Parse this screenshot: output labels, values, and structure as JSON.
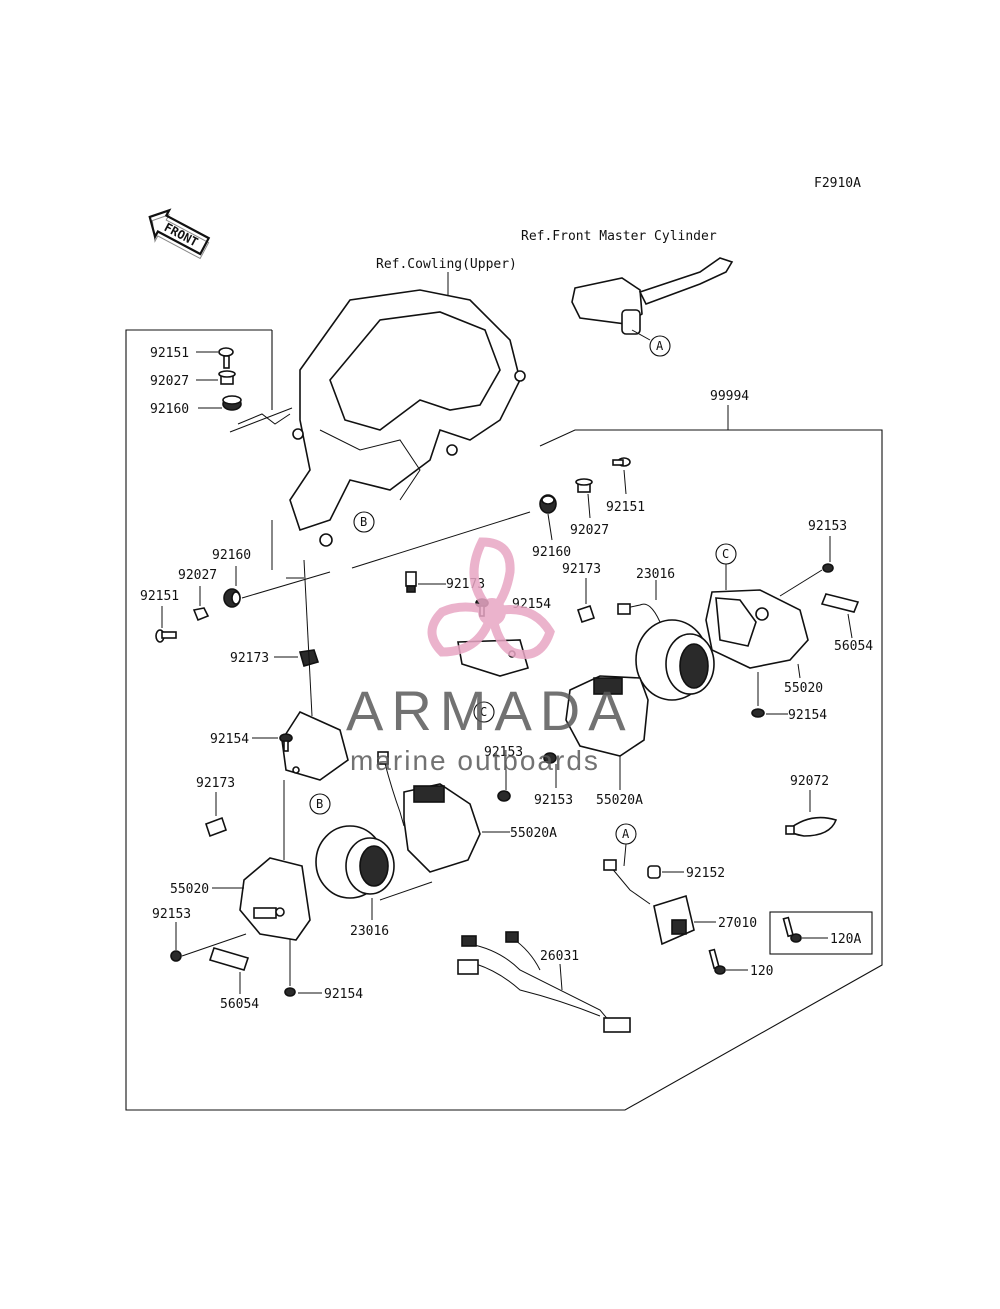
{
  "figure_code": "F2910A",
  "front_label": "FRONT",
  "references": {
    "master_cylinder": "Ref.Front Master Cylinder",
    "cowling": "Ref.Cowling(Upper)"
  },
  "callouts": {
    "kit": "99994",
    "bolt_92151_a": "92151",
    "bolt_92151_b": "92151",
    "bolt_92151_c": "92151",
    "collar_92027_a": "92027",
    "collar_92027_b": "92027",
    "collar_92027_c": "92027",
    "grommet_92160_a": "92160",
    "grommet_92160_b": "92160",
    "grommet_92160_c": "92160",
    "nut_92173_a": "92173",
    "nut_92173_b": "92173",
    "nut_92173_c": "92173",
    "nut_92173_d": "92173",
    "screw_92154_a": "92154",
    "screw_92154_b": "92154",
    "screw_92154_c": "92154",
    "screw_92154_d": "92154",
    "screw_92153_a": "92153",
    "screw_92153_b": "92153",
    "screw_92153_c": "92153",
    "lamp_23016_a": "23016",
    "lamp_23016_b": "23016",
    "bracket_55020_a": "55020",
    "bracket_55020_b": "55020",
    "bracket_55020A_a": "55020A",
    "bracket_55020A_b": "55020A",
    "pad_56054_a": "56054",
    "pad_56054_b": "56054",
    "band_92072": "92072",
    "collar_92152": "92152",
    "switch_27010": "27010",
    "bolt_120": "120",
    "bolt_120A": "120A",
    "harness_26031": "26031"
  },
  "letters": {
    "a_top": "A",
    "a_bottom": "A",
    "b_frame": "B",
    "b_bar": "B",
    "c_right": "C",
    "c_center": "C"
  },
  "watermark": {
    "brand": "ARMADA",
    "tagline": "marine outboards",
    "logo_color": "#e8a6c4",
    "text_color": "#5a5a5a"
  }
}
